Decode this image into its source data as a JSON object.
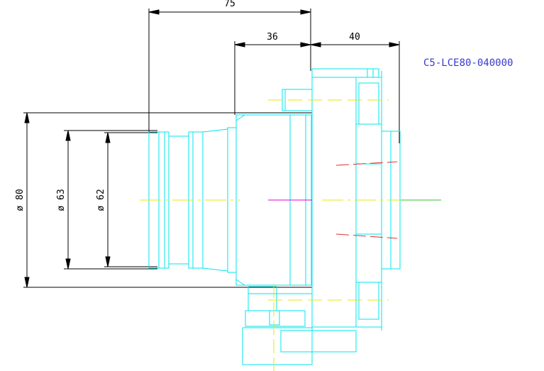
{
  "drawing": {
    "part_number": "C5-LCE80-040000",
    "dimensions": {
      "overall_length": "75",
      "body_length": "36",
      "flange_length": "40",
      "diameter_80": "ø 80",
      "diameter_63": "ø 63",
      "diameter_62": "ø 62"
    }
  },
  "colors": {
    "outline": "#00e5ee",
    "dimension": "#000000",
    "centerline": "#e8e800",
    "hidden": "#e03030",
    "axis_extension": "#30c030",
    "magenta": "#e000e0",
    "label": "#3a3acd"
  }
}
